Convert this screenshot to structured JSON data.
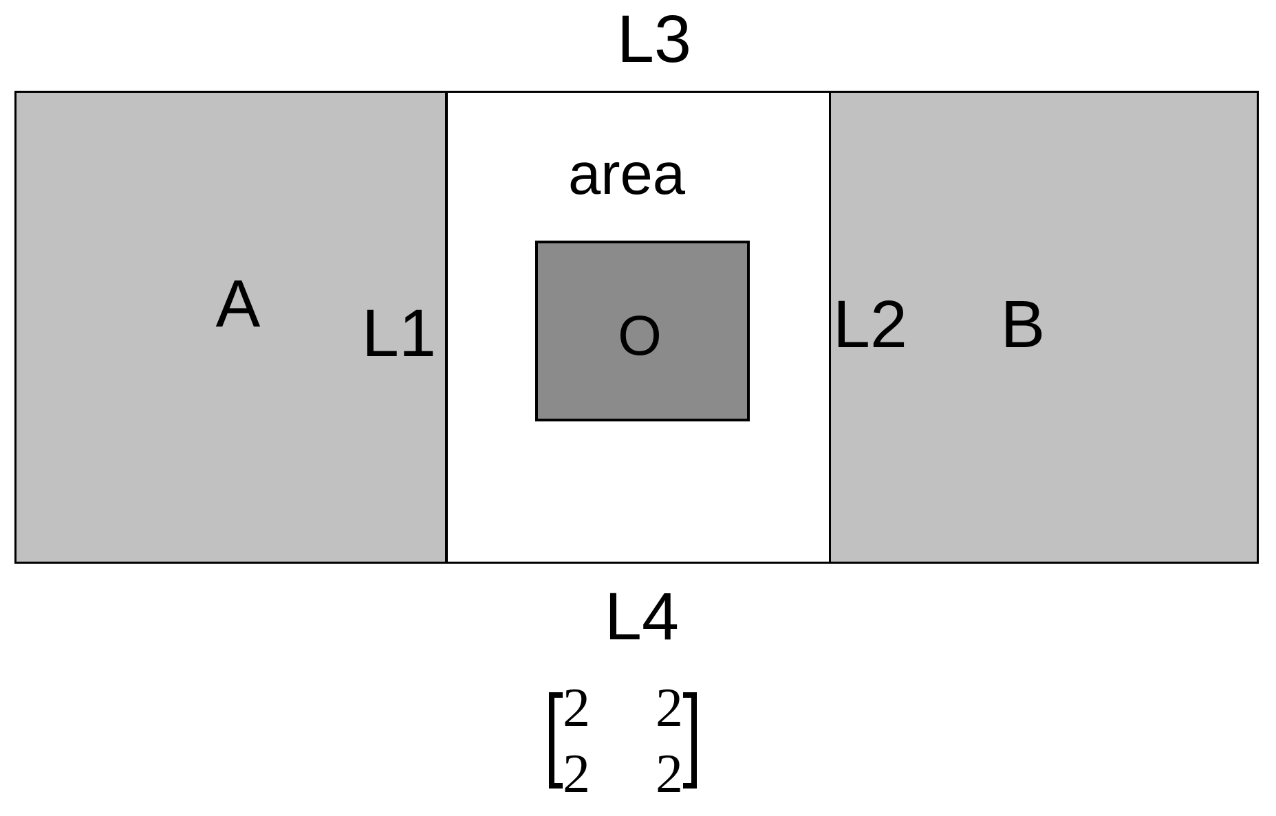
{
  "figure": {
    "labels": {
      "top": "L3",
      "bottom": "L4",
      "left_region": "A",
      "right_region": "B",
      "left_divider": "L1",
      "right_divider": "L2",
      "middle_area": "area",
      "inner_rect": "O"
    },
    "colors": {
      "region_fill": "#c1c1c1",
      "inner_fill": "#8b8b8b",
      "line": "#000000",
      "background": "#ffffff"
    }
  },
  "matrix": {
    "rows": 2,
    "cols": 2,
    "values": [
      [
        "2",
        "2"
      ],
      [
        "2",
        "2"
      ]
    ]
  }
}
